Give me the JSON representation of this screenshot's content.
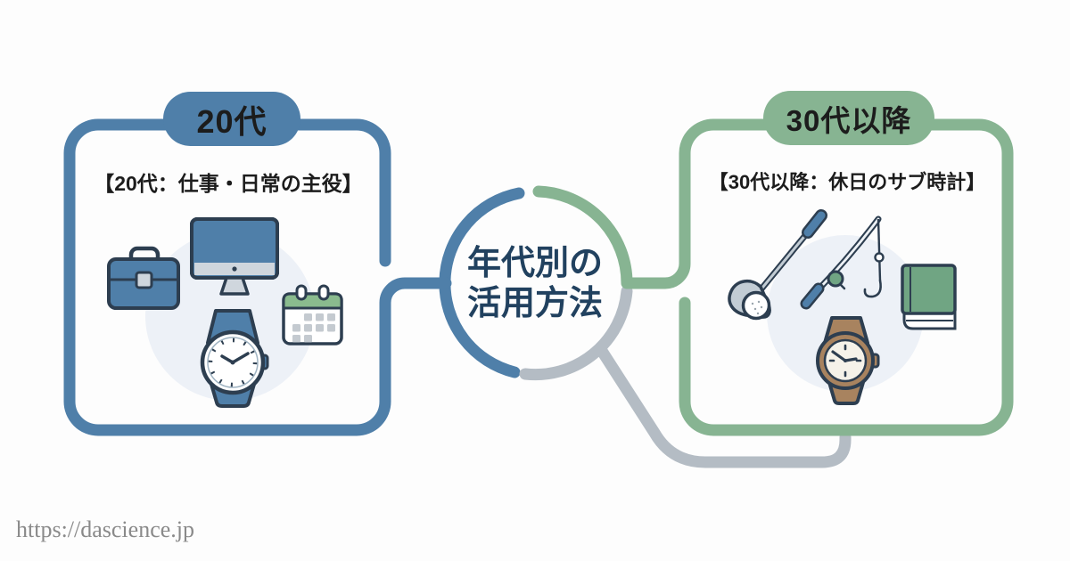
{
  "meta": {
    "watermark": "https://dascience.jp"
  },
  "colors": {
    "accent-blue": "#4f7fa9",
    "accent-green": "#87b492",
    "connector-gray": "#b4bcc4",
    "title-navy": "#21415f",
    "icon-outline": "#2d3e50",
    "icon-bg": "#edf1f7",
    "text-black": "#1c1c1c",
    "url-gray": "#8a8a8a",
    "calendar-green": "#8abb8e",
    "book-green": "#70a583",
    "watch-brown": "#a8835f",
    "light-gray-fill": "#cfd6dd"
  },
  "center_circle": {
    "title_line1": "年代別の",
    "title_line2": "活用方法"
  },
  "left_panel": {
    "badge_label": "20代",
    "caption": "【20代：仕事・日常の主役】",
    "icons": [
      "briefcase-icon",
      "desktop-monitor-icon",
      "calendar-icon",
      "wristwatch-blue-icon"
    ]
  },
  "right_panel": {
    "badge_label": "30代以降",
    "caption": "【30代以降：休日のサブ時計】",
    "icons": [
      "golf-club-icon",
      "fishing-rod-icon",
      "book-icon",
      "wristwatch-brown-icon"
    ]
  }
}
